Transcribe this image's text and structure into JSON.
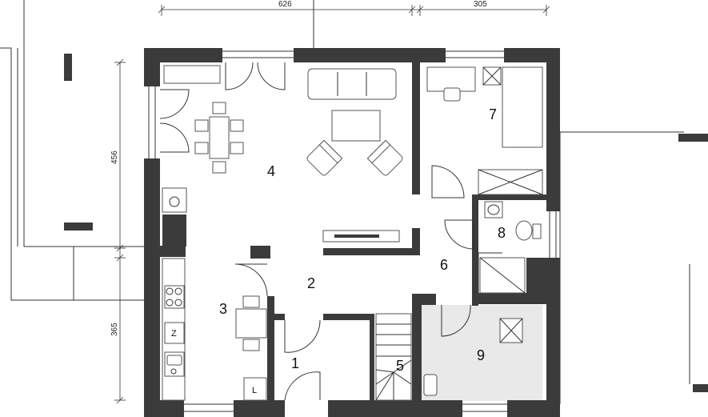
{
  "dimensions": {
    "top_left": "626",
    "top_right": "305",
    "left_upper": "456",
    "left_lower": "365"
  },
  "rooms": [
    {
      "id": "r1",
      "label": "1"
    },
    {
      "id": "r2",
      "label": "2"
    },
    {
      "id": "r3",
      "label": "3"
    },
    {
      "id": "r4",
      "label": "4"
    },
    {
      "id": "r5",
      "label": "5"
    },
    {
      "id": "r6",
      "label": "6"
    },
    {
      "id": "r7",
      "label": "7"
    },
    {
      "id": "r8",
      "label": "8"
    },
    {
      "id": "r9",
      "label": "9"
    }
  ],
  "appliances": {
    "fridge_label": "Z",
    "cabinet_label": "L"
  },
  "colors": {
    "wall": "#3b3b3b",
    "utility_floor": "#e9e9e9"
  }
}
